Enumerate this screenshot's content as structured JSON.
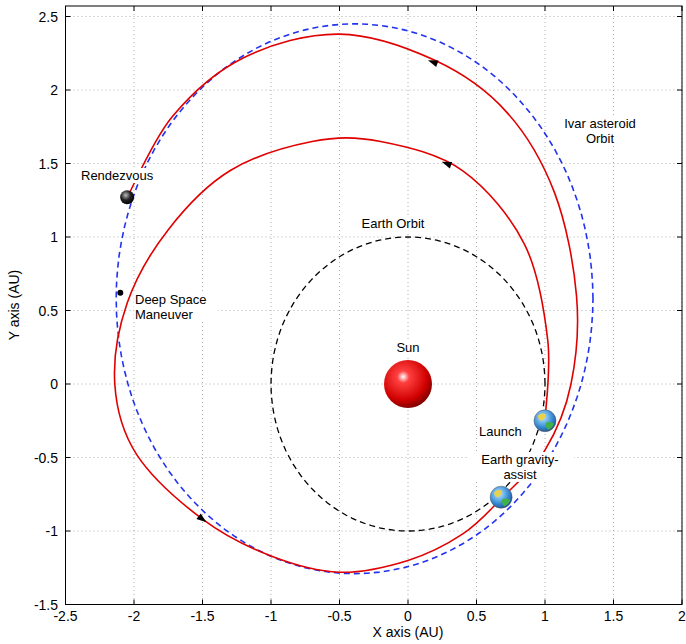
{
  "diagram": {
    "labels": [
      "Rendezvous",
      "Ivar asteroid Orbit",
      "Earth Orbit",
      "Deep Space Maneuver",
      "Sun",
      "Launch",
      "Earth gravity-assist",
      "Y axis (AU)",
      "X axis (AU)",
      "2.5",
      "2",
      "1.5",
      "1",
      "0.5",
      "0",
      "-0.5",
      "-1",
      "-1.5",
      "-2.5",
      "-2",
      "-1.5",
      "-1",
      "-0.5",
      "0",
      "0.5",
      "1",
      "1.5",
      "2"
    ]
  }
}
